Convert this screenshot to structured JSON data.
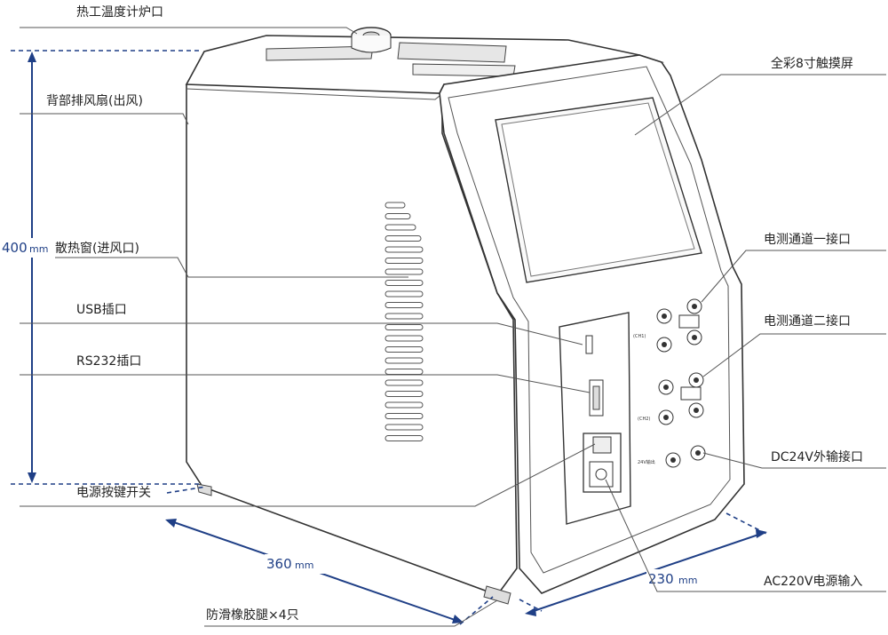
{
  "labels": {
    "thermal_port": "热工温度计炉口",
    "rear_fan": "背部排风扇(出风)",
    "heat_vent": "散热窗(进风口)",
    "usb_port": "USB插口",
    "rs232_port": "RS232插口",
    "power_switch": "电源按键开关",
    "touch_screen": "全彩8寸触摸屏",
    "channel1": "电测通道一接口",
    "channel2": "电测通道二接口",
    "dc24v": "DC24V外输接口",
    "ac220v": "AC220V电源输入",
    "rubber_feet": "防滑橡胶腿×4只"
  },
  "dimensions": {
    "height_value": "400",
    "length_value": "360",
    "width_value": "230",
    "unit": "mm"
  },
  "panel_text": {
    "ch1": "(CH1)",
    "ch2": "(CH2)",
    "dc": "24V输出"
  },
  "colors": {
    "dimension": "#1f3f86",
    "leader": "#555555",
    "outline": "#333333"
  }
}
